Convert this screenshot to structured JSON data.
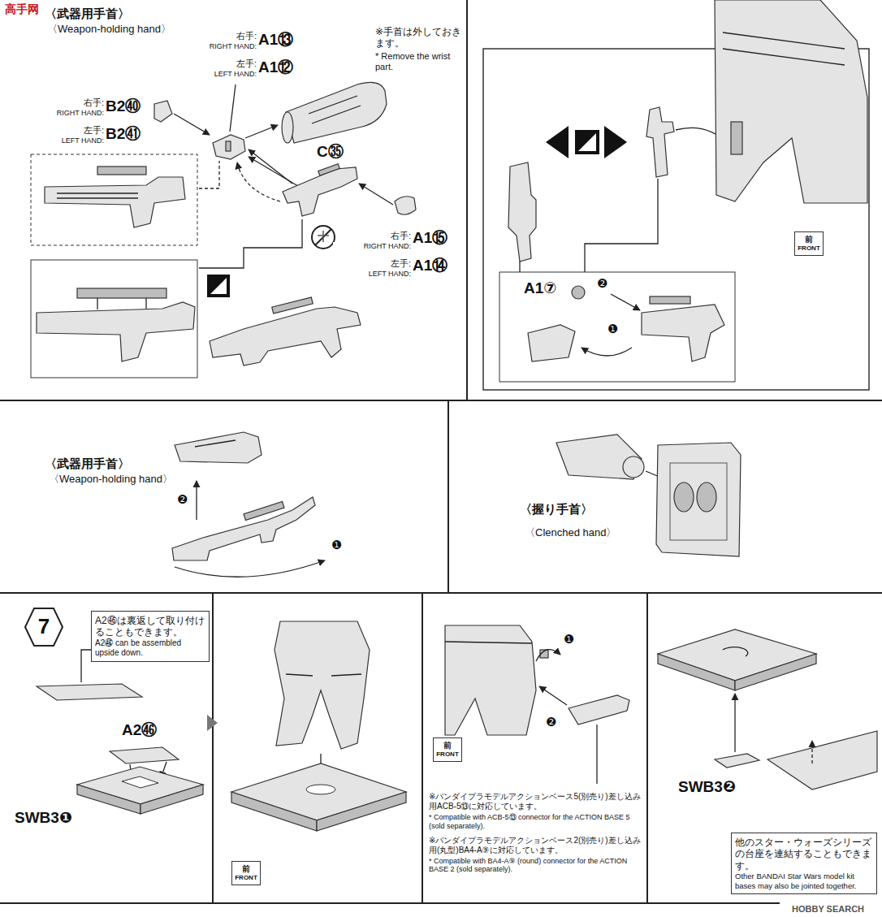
{
  "diagram": {
    "nodes": [
      {
        "text": [
          "前",
          "FRONT"
        ]
      },
      {
        "text": [
          "7"
        ]
      },
      {
        "text": [
          "A2㊻は裏返して取り付けることもできます。",
          "A2㊻ can be assembled upside down."
        ]
      },
      {
        "text": [
          "前",
          "FRONT"
        ]
      },
      {
        "text": [
          "前",
          "FRONT"
        ]
      },
      {
        "text": [
          "他のスター・ウォーズシリーズの台座を連結することもできます。",
          "Other BANDAI Star Wars model kit bases may also be jointed together."
        ]
      }
    ],
    "labels": [
      "〈武器用手首〉",
      "〈Weapon-holding hand〉",
      "※手首は外しておきます。",
      "* Remove the wrist part.",
      "右手:",
      "RIGHT HAND:",
      "A1⑬",
      "左手:",
      "LEFT HAND:",
      "A1⑫",
      "右手:",
      "RIGHT HAND:",
      "B2㊵",
      "左手:",
      "LEFT HAND:",
      "B2㊶",
      "C㉟",
      "右手:",
      "RIGHT HAND:",
      "A1⑮",
      "左手:",
      "LEFT HAND:",
      "A1⑭",
      "A1⑦",
      "❷",
      "❶",
      "〈武器用手首〉",
      "〈Weapon-holding hand〉",
      "❷",
      "❶",
      "〈握り手首〉",
      "〈Clenched hand〉",
      "A2㊻",
      "SWB3❶",
      "❶",
      "❷",
      "※バンダイプラモデルアクションベース5(別売り)差し込み用ACB-5⑬に対応しています。",
      "* Compatible with ACB-5⑬ connector for the ACTION BASE 5 (sold separately).",
      "※バンダイプラモデルアクションベース2(別売り)差し込み用(丸型)BA4-A⑨に対応しています。",
      "* Compatible with BA4-A⑨ (round) connector for the ACTION BASE 2 (sold separately).",
      "SWB3❷",
      "高手网",
      "HOBBY SEARCH"
    ]
  }
}
